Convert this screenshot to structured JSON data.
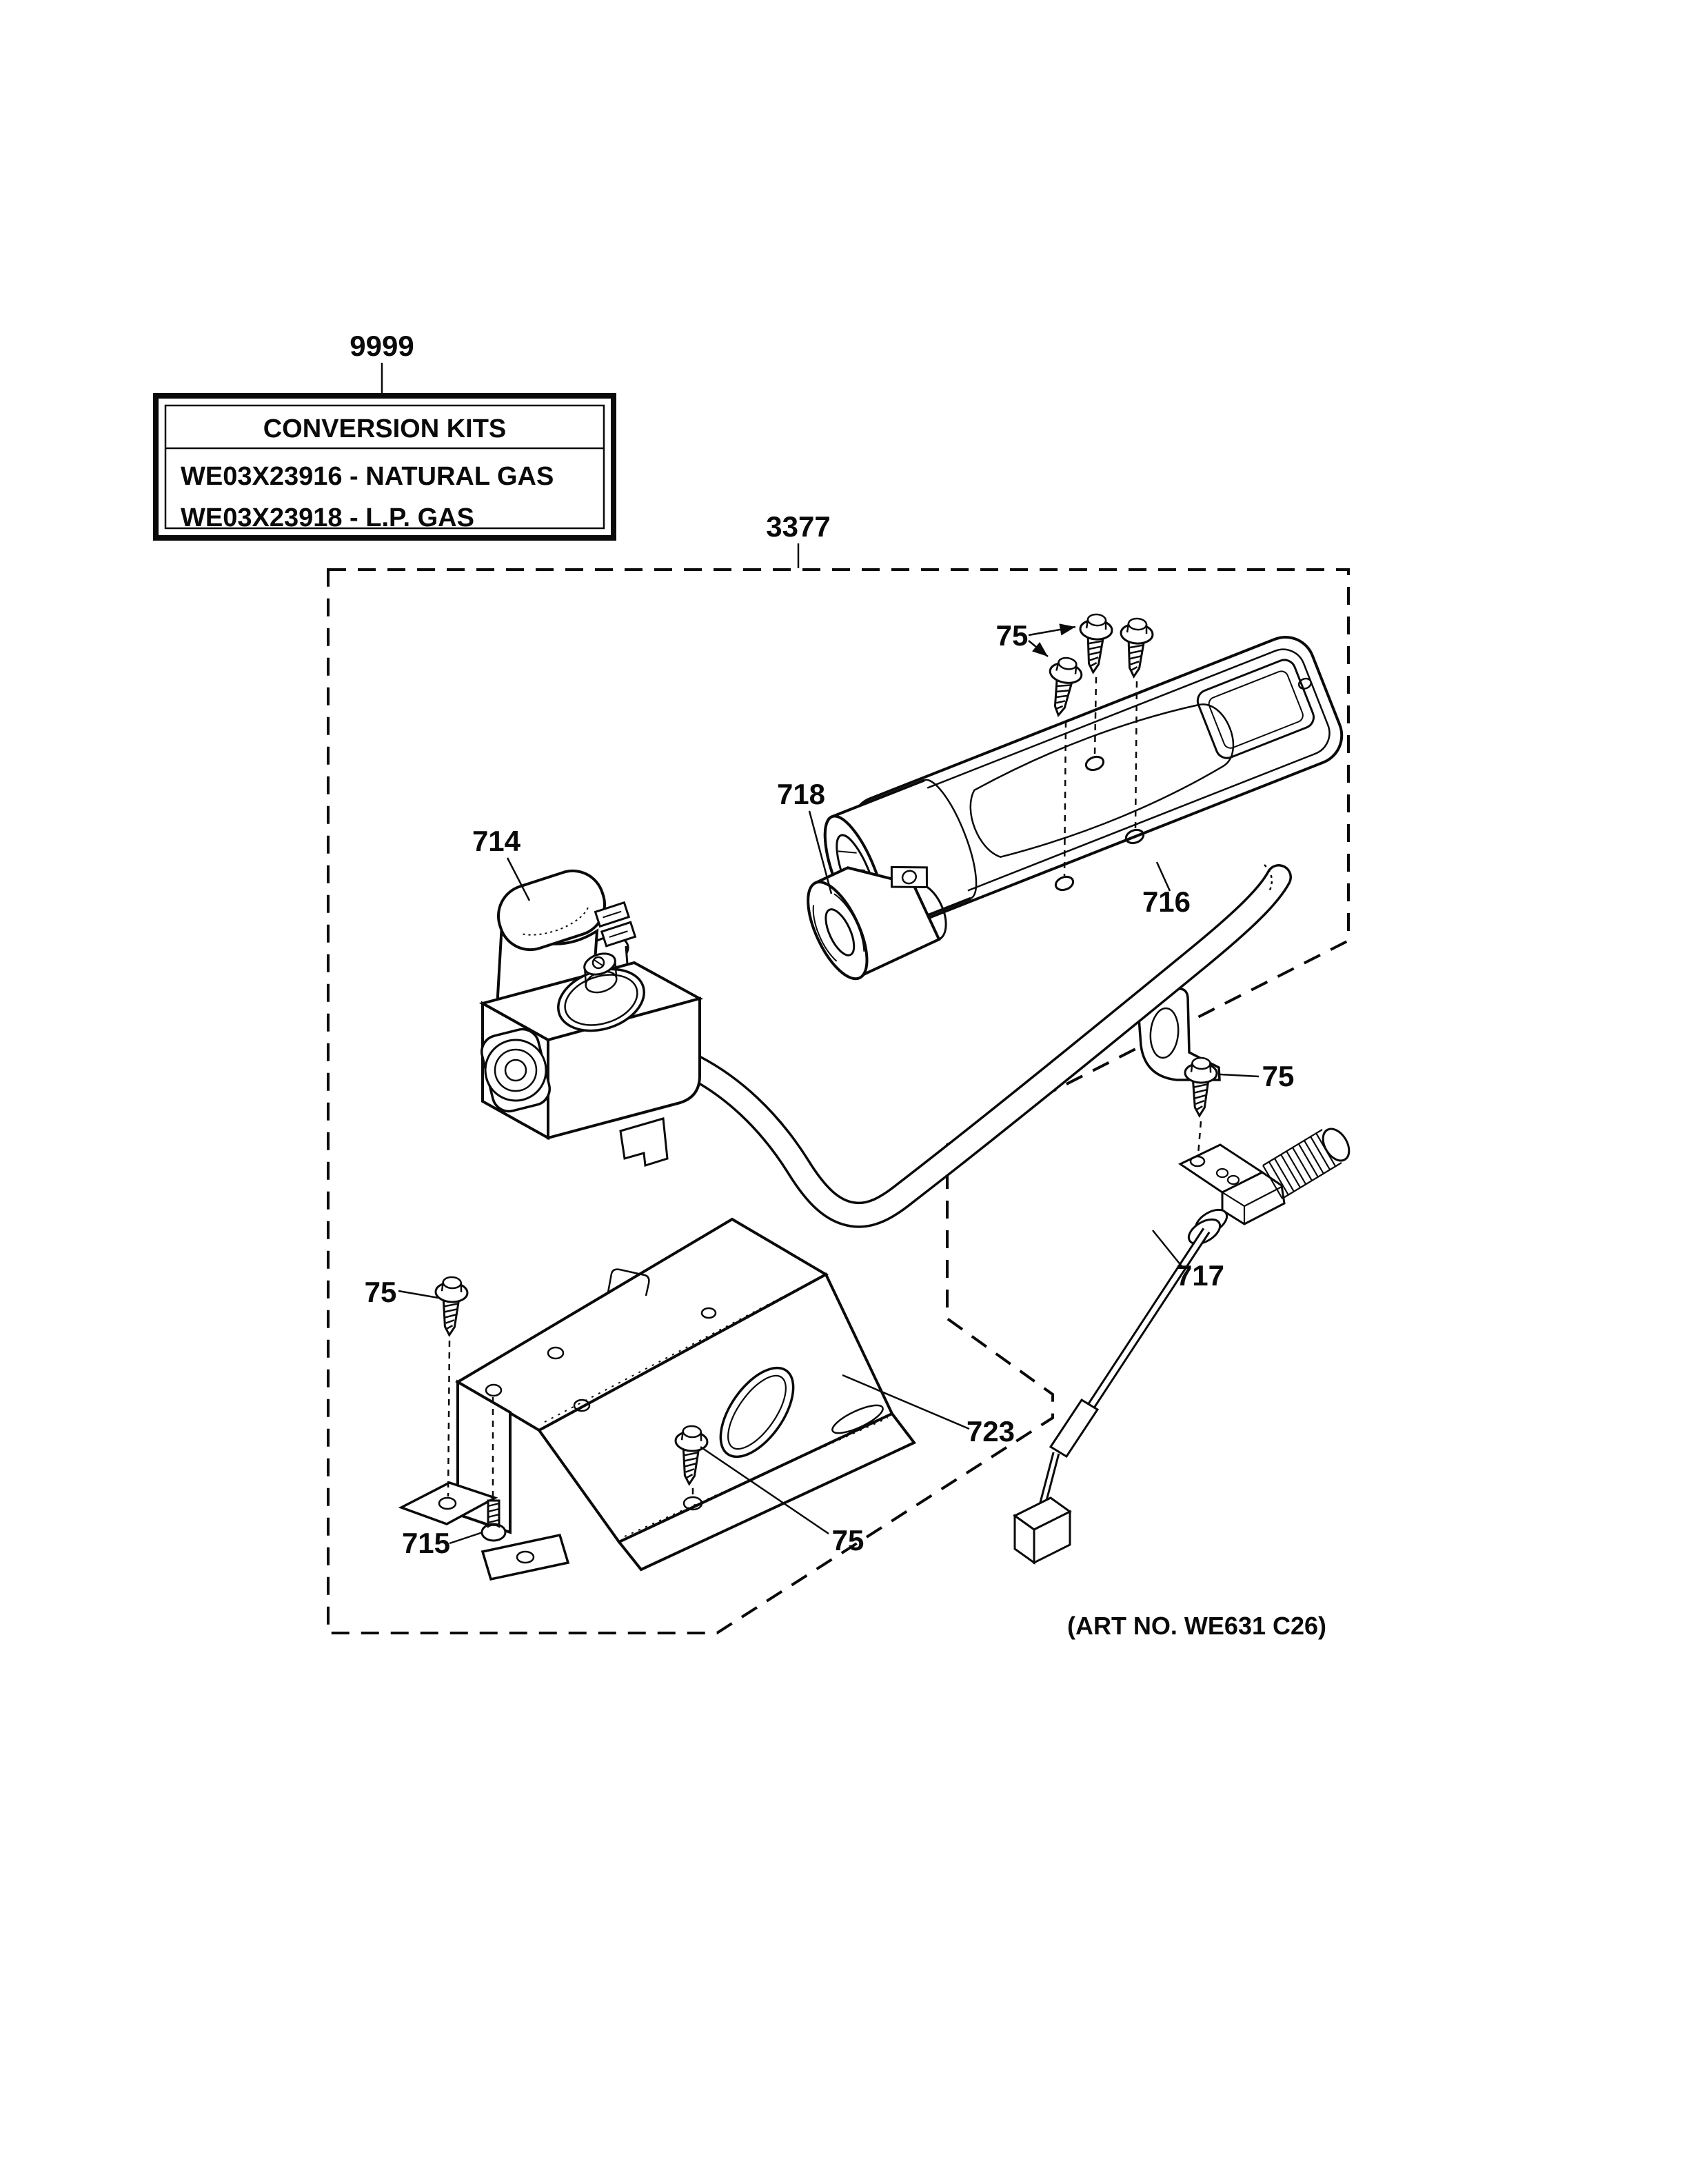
{
  "page": {
    "background": "#ffffff",
    "ink": "#0a0a0a"
  },
  "conversion_kits_box": {
    "title": "CONVERSION KITS",
    "line1": "WE03X23916 - NATURAL GAS",
    "line2": "WE03X23918 - L.P. GAS"
  },
  "callouts": {
    "kit_box": "9999",
    "assembly": "3377",
    "screw": "75",
    "gas_valve": "714",
    "screw_short": "715",
    "burner_tube": "716",
    "igniter": "717",
    "clamp": "718",
    "bracket": "723"
  },
  "art_no": "(ART NO. WE631 C26)"
}
